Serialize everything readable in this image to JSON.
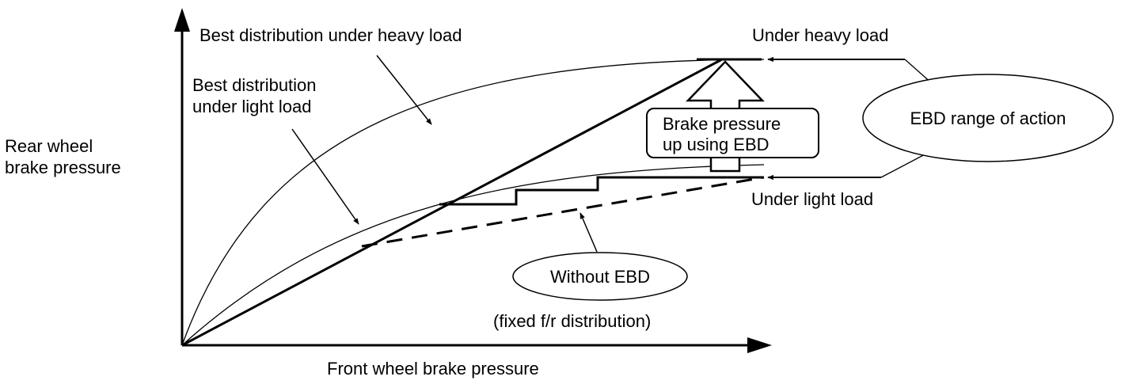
{
  "axes": {
    "x_label": "Front wheel brake pressure",
    "y_label_line1": "Rear wheel",
    "y_label_line2": "brake pressure"
  },
  "labels": {
    "best_heavy": "Best distribution under heavy load",
    "best_light_line1": "Best distribution",
    "best_light_line2": "under light load",
    "under_heavy": "Under heavy load",
    "under_light": "Under light load",
    "ebd_range": "EBD range of action",
    "brake_up_line1": "Brake pressure",
    "brake_up_line2": "up using EBD",
    "without_ebd": "Without EBD",
    "fixed_dist": "(fixed f/r distribution)"
  },
  "colors": {
    "stroke": "#000000",
    "background": "#ffffff"
  }
}
